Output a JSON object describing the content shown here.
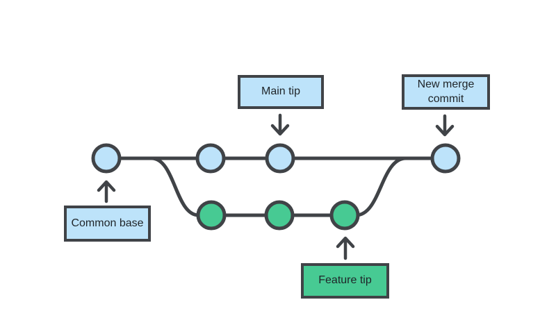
{
  "colors": {
    "background": "#ffffff",
    "line": "#404347",
    "main_branch_fill": "#bde3fa",
    "feature_branch_fill": "#47ca93",
    "label_text": "#1f2428"
  },
  "labels": {
    "main_tip": "Main tip",
    "new_merge_commit": "New merge commit",
    "common_base": "Common base",
    "feature_tip": "Feature tip"
  },
  "graph": {
    "type": "git-branch-merge-diagram",
    "branches": [
      {
        "name": "main",
        "commit_count": 4,
        "fill": "#bde3fa"
      },
      {
        "name": "feature",
        "commit_count": 3,
        "fill": "#47ca93"
      }
    ],
    "annotations": [
      {
        "label": "Common base",
        "points_to": "first commit on main line",
        "arrow_direction": "up"
      },
      {
        "label": "Main tip",
        "points_to": "third commit on main line",
        "arrow_direction": "down"
      },
      {
        "label": "New merge commit",
        "points_to": "last commit on main line",
        "arrow_direction": "down"
      },
      {
        "label": "Feature tip",
        "points_to": "last commit on feature line",
        "arrow_direction": "up"
      }
    ]
  }
}
